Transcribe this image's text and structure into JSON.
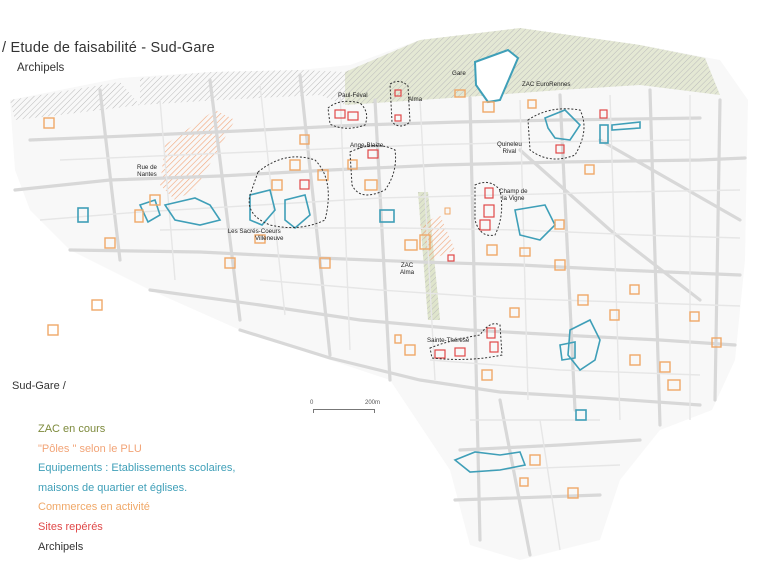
{
  "header": {
    "title": "/ Etude de faisabilité - Sud-Gare",
    "subtitle": "Archipels"
  },
  "area_label": "Sud-Gare /",
  "scale": {
    "start": "0",
    "end": "200m"
  },
  "colors": {
    "zac": "#7d8a3c",
    "poles": "#f2a477",
    "equipements": "#3f9fb8",
    "commerces": "#f0a868",
    "sites": "#e04848",
    "archipels": "#333333",
    "streets": "#d8d8d8"
  },
  "legend": [
    {
      "label": "ZAC en cours",
      "color": "#7d8a3c"
    },
    {
      "label": "\"Pôles \" selon le PLU",
      "color": "#f2a477"
    },
    {
      "label": "Equipements : Etablissements scolaires,",
      "color": "#3f9fb8"
    },
    {
      "label": "maisons de quartier et églises.",
      "color": "#3f9fb8"
    },
    {
      "label": "Commerces en activité",
      "color": "#f0a868"
    },
    {
      "label": "Sites repérés",
      "color": "#e04848"
    },
    {
      "label": "Archipels",
      "color": "#333333"
    }
  ],
  "labels": {
    "gare": "Gare",
    "zac_eurorennes": "ZAC EuroRennes",
    "paul_feval": "Paul-Féval",
    "alma": "Alma",
    "ange_blaize": "Ange-Blaize",
    "quineleu_1": "Quineleu",
    "quineleu_2": "Rival",
    "rue_nantes_1": "Rue de",
    "rue_nantes_2": "Nantes",
    "champ_1": "Champ de",
    "champ_2": "la Vigne",
    "sacres_1": "Les Sacrés-Coeurs",
    "sacres_2": "Villeneuve",
    "zac_alma_1": "ZAC",
    "zac_alma_2": "Alma",
    "sainte_therese": "Sainte-Thérèse"
  }
}
